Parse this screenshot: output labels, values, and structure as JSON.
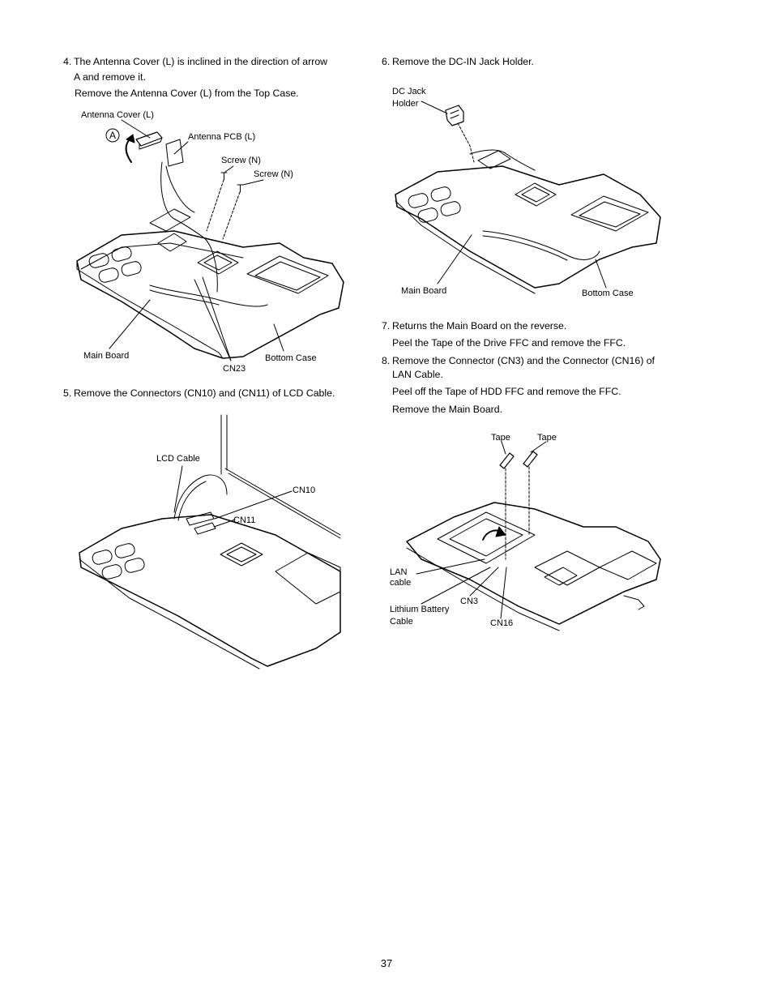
{
  "steps": {
    "s4": {
      "num": "4.",
      "line1": "The Antenna Cover (L) is inclined in the direction of arrow",
      "line2": "A and remove it.",
      "line3": "Remove the Antenna Cover (L) from the Top Case."
    },
    "s5": {
      "num": "5.",
      "line1": "Remove the Connectors (CN10) and (CN11) of LCD Cable."
    },
    "s6": {
      "num": "6.",
      "line1": "Remove the DC-IN Jack Holder."
    },
    "s7": {
      "num": "7.",
      "line1": "Returns the Main Board on the reverse.",
      "line2": "Peel the Tape of the Drive FFC and remove the FFC."
    },
    "s8": {
      "num": "8.",
      "line1": "Remove the Connector (CN3) and the Connector (CN16) of",
      "line2": "LAN Cable.",
      "line3": "Peel off the Tape of HDD FFC and remove the FFC.",
      "line4": "Remove the Main Board."
    }
  },
  "fig1": {
    "antenna_cover": "Antenna Cover (L)",
    "arrow_a": "A",
    "antenna_pcb": "Antenna PCB (L)",
    "screw1": "Screw (N)",
    "screw2": "Screw (N)",
    "main_board": "Main Board",
    "bottom_case": "Bottom Case",
    "cn23": "CN23"
  },
  "fig2": {
    "lcd_cable": "LCD Cable",
    "cn10": "CN10",
    "cn11": "CN11"
  },
  "fig3": {
    "dc_jack_1": "DC Jack",
    "dc_jack_2": "Holder",
    "main_board": "Main Board",
    "bottom_case": "Bottom Case"
  },
  "fig4": {
    "tape1": "Tape",
    "tape2": "Tape",
    "lan_1": "LAN",
    "lan_2": "cable",
    "lithium_1": "Lithium Battery",
    "lithium_2": "Cable",
    "cn3": "CN3",
    "cn16": "CN16"
  },
  "page_number": "37"
}
